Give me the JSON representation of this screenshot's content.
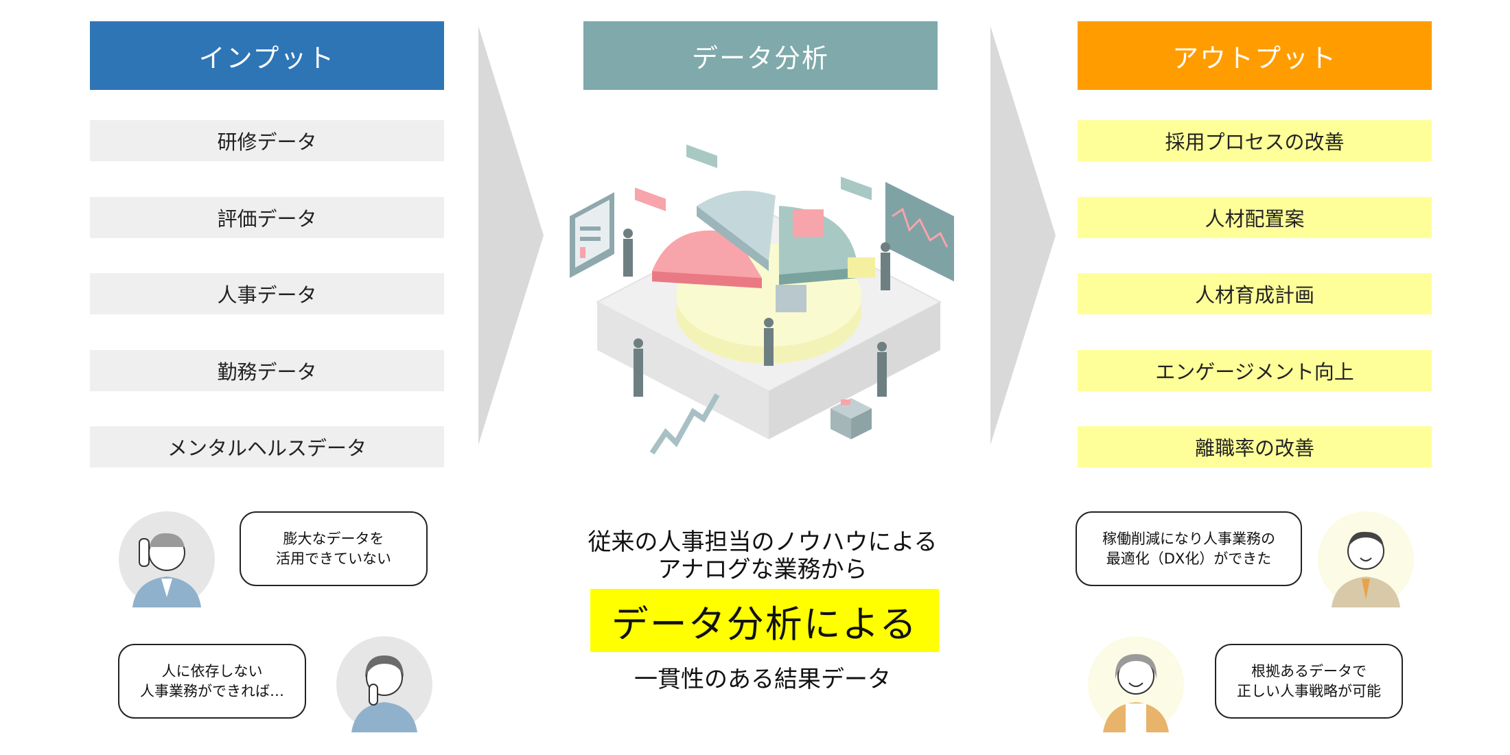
{
  "input": {
    "header": "インプット",
    "color": "#2e75b6",
    "items": [
      "研修データ",
      "評価データ",
      "人事データ",
      "勤務データ",
      "メンタルヘルスデータ"
    ]
  },
  "analysis": {
    "header": "データ分析",
    "color": "#7fa9aa",
    "line1": "従来の人事担当のノウハウによる",
    "line2": "アナログな業務から",
    "highlight": "データ分析による",
    "line3": "一貫性のある結果データ"
  },
  "output": {
    "header": "アウトプット",
    "color": "#ff9d00",
    "items": [
      "採用プロセスの改善",
      "人材配置案",
      "人材育成計画",
      "エンゲージメント向上",
      "離職率の改善"
    ]
  },
  "bubbles": {
    "left_top": "膨大なデータを\n活用できていない",
    "left_bottom": "人に依存しない\n人事業務ができれば…",
    "right_top": "稼働削減になり人事業務の\n最適化（DX化）ができた",
    "right_bottom": "根拠あるデータで\n正しい人事戦略が可能"
  }
}
